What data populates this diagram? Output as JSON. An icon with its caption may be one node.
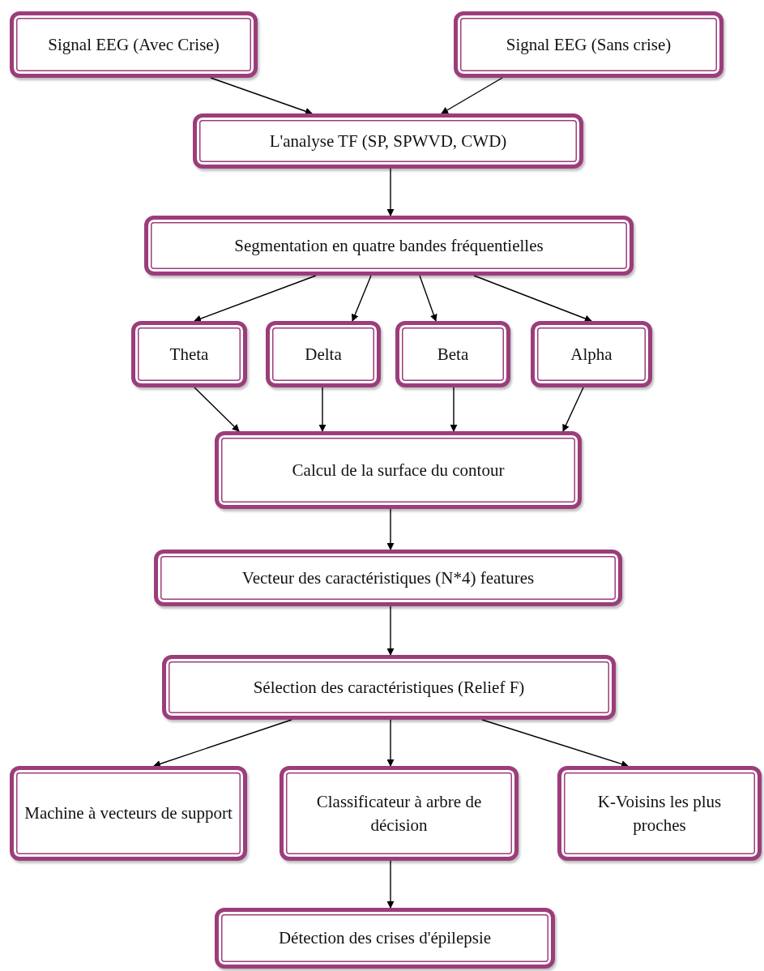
{
  "diagram": {
    "nodes": [
      {
        "text": [
          "Signal EEG (Avec Crise)"
        ]
      },
      {
        "text": [
          "Signal EEG (Sans crise)"
        ]
      },
      {
        "text": [
          "L'analyse TF (SP, SPWVD, CWD)"
        ]
      },
      {
        "text": [
          "Segmentation en quatre bandes fréquentielles"
        ]
      },
      {
        "text": [
          "Theta"
        ]
      },
      {
        "text": [
          "Delta"
        ]
      },
      {
        "text": [
          "Beta"
        ]
      },
      {
        "text": [
          "Alpha"
        ]
      },
      {
        "text": [
          "Calcul de la surface du contour"
        ]
      },
      {
        "text": [
          "Vecteur des caractéristiques (N*4) features"
        ]
      },
      {
        "text": [
          "Sélection des caractéristiques (Relief F)"
        ]
      },
      {
        "text": [
          "Machine à vecteurs de support"
        ]
      },
      {
        "text": [
          "Classificateur à arbre de décision"
        ]
      },
      {
        "text": [
          "K-Voisins les plus proches"
        ]
      },
      {
        "text": [
          "Détection des crises d'épilepsie"
        ]
      }
    ],
    "edges": [
      {
        "from": 0,
        "to": 2,
        "arrow": "to"
      },
      {
        "from": 1,
        "to": 2,
        "arrow": "to"
      },
      {
        "from": 2,
        "to": 3,
        "arrow": "to"
      },
      {
        "from": 3,
        "to": 4,
        "arrow": "to"
      },
      {
        "from": 3,
        "to": 5,
        "arrow": "to"
      },
      {
        "from": 3,
        "to": 6,
        "arrow": "to"
      },
      {
        "from": 3,
        "to": 7,
        "arrow": "to"
      },
      {
        "from": 4,
        "to": 8,
        "arrow": "to"
      },
      {
        "from": 5,
        "to": 8,
        "arrow": "to"
      },
      {
        "from": 6,
        "to": 8,
        "arrow": "to"
      },
      {
        "from": 7,
        "to": 8,
        "arrow": "to"
      },
      {
        "from": 8,
        "to": 9,
        "arrow": "to"
      },
      {
        "from": 9,
        "to": 10,
        "arrow": "to"
      },
      {
        "from": 10,
        "to": 11,
        "arrow": "to"
      },
      {
        "from": 10,
        "to": 12,
        "arrow": "to"
      },
      {
        "from": 10,
        "to": 13,
        "arrow": "to"
      },
      {
        "from": 12,
        "to": 14,
        "arrow": "to"
      }
    ]
  }
}
